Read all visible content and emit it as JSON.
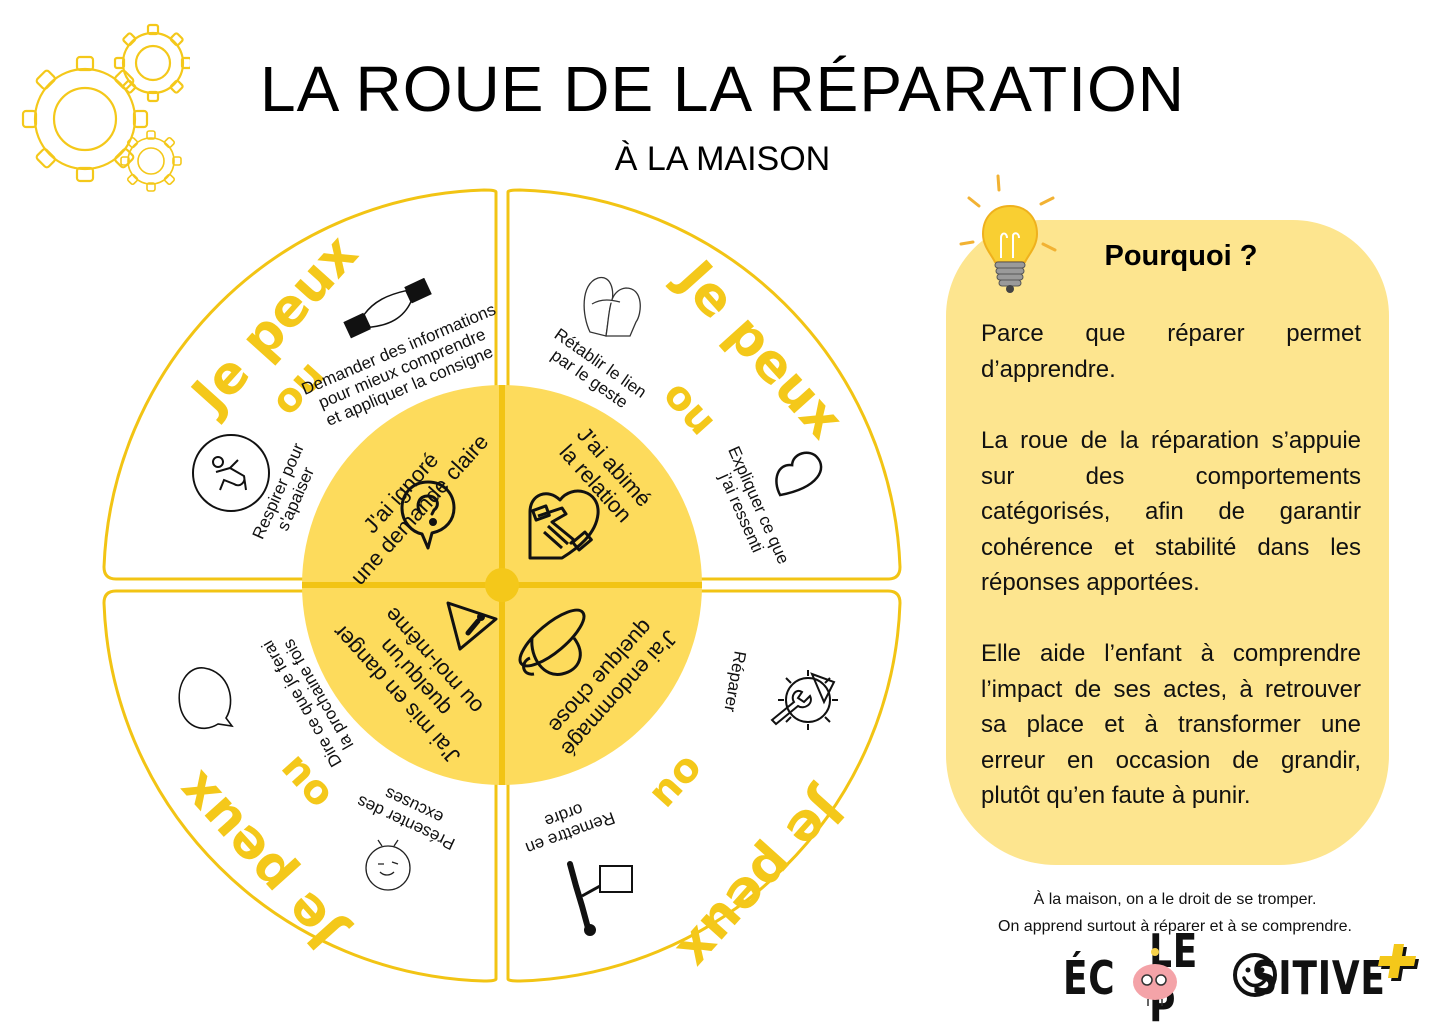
{
  "header": {
    "title": "LA ROUE DE LA RÉPARATION",
    "subtitle": "À LA MAISON"
  },
  "colors": {
    "accent_yellow": "#f4c81a",
    "inner_circle": "#fddb5c",
    "panel_bg": "#fde58f",
    "border": "#f2c414",
    "text": "#111111"
  },
  "wheel": {
    "connector_label": "ou",
    "action_label": "Je peux",
    "quadrants": [
      {
        "id": "top-left",
        "situation": [
          "J'ai ignoré",
          "une demande claire"
        ],
        "situation_icon": "question-speech-bubble-icon",
        "options": [
          {
            "text": [
              "Demander des informations",
              "pour mieux comprendre",
              "et appliquer la consigne"
            ],
            "icon": "handshake-icon"
          },
          {
            "text": [
              "Respirer pour",
              "s'apaiser"
            ],
            "icon": "breathing-person-icon"
          }
        ]
      },
      {
        "id": "top-right",
        "situation": [
          "J'ai abimé",
          "la relation"
        ],
        "situation_icon": "heart-handshake-icon",
        "options": [
          {
            "text": [
              "Rétablir le lien",
              "par le geste"
            ],
            "icon": "hug-icon"
          },
          {
            "text": [
              "Expliquer ce que",
              "j'ai ressenti"
            ],
            "icon": "heart-outline-icon"
          }
        ]
      },
      {
        "id": "bottom-left",
        "situation": [
          "J'ai mis en danger",
          "quelqu'un",
          "ou moi-même"
        ],
        "situation_icon": "warning-triangle-icon",
        "options": [
          {
            "text": [
              "Dire ce que je ferai",
              "la prochaine fois"
            ],
            "icon": "speech-bubble-icon"
          },
          {
            "text": [
              "Présenter des",
              "excuses"
            ],
            "icon": "apologizing-character-icon"
          }
        ]
      },
      {
        "id": "bottom-right",
        "situation": [
          "J'ai endommagé",
          "quelque chose"
        ],
        "situation_icon": "broken-cup-icon",
        "options": [
          {
            "text": [
              "Réparer"
            ],
            "icon": "repair-gear-icon"
          },
          {
            "text": [
              "Remettre en",
              "ordre"
            ],
            "icon": "cleaning-person-icon"
          }
        ]
      }
    ]
  },
  "panel": {
    "title": "Pourquoi ?",
    "paragraphs": [
      "Parce que réparer permet d’apprendre.",
      "La roue de la réparation s’appuie sur des comportements catégorisés, afin de garantir cohérence et stabilité dans les réponses apportées.",
      "Elle aide l’enfant à comprendre l’impact de ses actes, à retrouver sa place et à transformer une erreur en occasion de grandir, plutôt qu’en faute à punir."
    ]
  },
  "footer": {
    "line1": "À la maison, on a le droit de se tromper.",
    "line2": "On apprend surtout à réparer et à se comprendre."
  },
  "logo": {
    "part1": "ÉC",
    "part2": "LE P",
    "part3": "SITIVE"
  }
}
